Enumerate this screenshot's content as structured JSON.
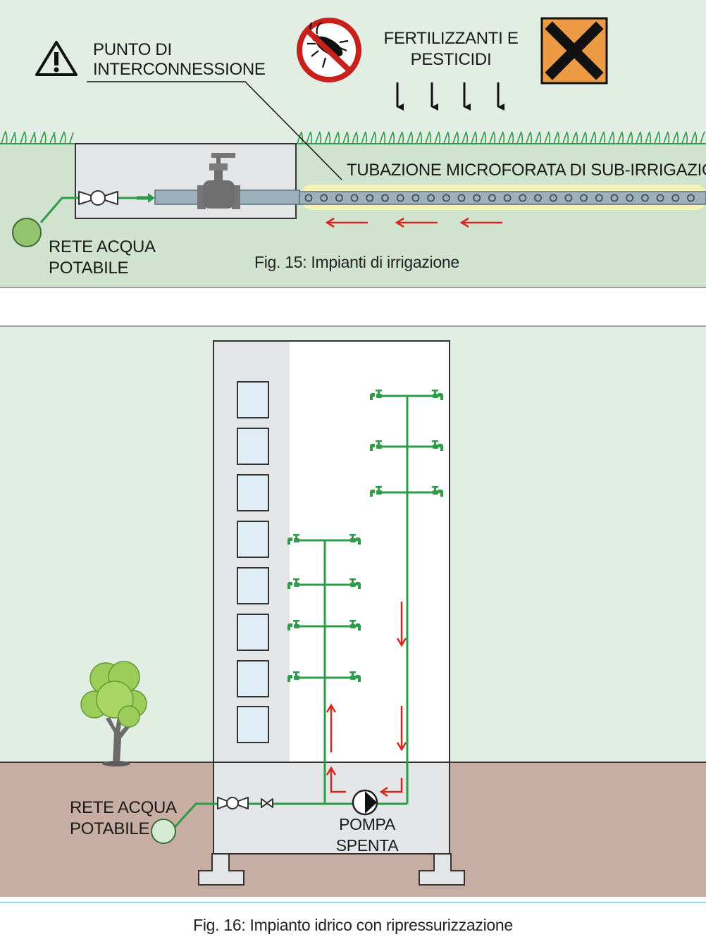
{
  "fig15": {
    "label_interconnection_line1": "PUNTO DI",
    "label_interconnection_line2": "INTERCONNESSIONE",
    "label_chemicals_line1": "FERTILIZZANTI E",
    "label_chemicals_line2": "PESTICIDI",
    "label_pipe": "TUBAZIONE MICROFORATA DI SUB-IRRIGAZIONE",
    "label_network_line1": "RETE ACQUA",
    "label_network_line2": "POTABILE",
    "caption": "Fig. 15: Impianti di irrigazione",
    "icons": [
      "warning-icon",
      "no-insects-icon",
      "harmful-hazard-icon",
      "valve-icon",
      "gate-valve-icon"
    ]
  },
  "fig16": {
    "label_network_line1": "RETE ACQUA",
    "label_network_line2": "POTABILE",
    "label_pump_line1": "POMPA",
    "label_pump_line2": "SPENTA",
    "caption": "Fig. 16: Impianto idrico con ripressurizzazione",
    "icons": [
      "tree-icon",
      "pump-icon",
      "faucet-icon",
      "check-valve-icon"
    ]
  },
  "colors": {
    "background_green": "#e2ede3",
    "soil_green": "#cfe3cf",
    "soil_brown": "#c8ada3",
    "pipe_green": "#2e9b48",
    "flow_red": "#d7261e",
    "hazard_orange": "#ec9a44"
  }
}
